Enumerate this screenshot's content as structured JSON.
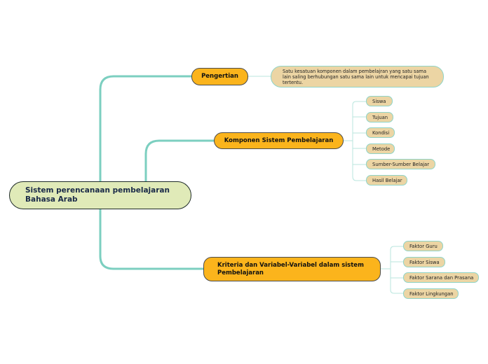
{
  "root": {
    "title": "Sistem perencanaan pembelajaran Bahasa Arab"
  },
  "branches": {
    "pengertian": {
      "label": "Pengertian",
      "description": "Satu kesatuan komponen dalam pembelajran yang satu sama lain saling berhubungan satu sama lain untuk mencapai tujuan tertentu."
    },
    "komponen": {
      "label": "Komponen Sistem Pembelajaran",
      "items": [
        "Siswa",
        "Tujuan",
        "Kondisi",
        "Metode",
        "Sumber-Sumber Belajar",
        "Hasil Belajar"
      ]
    },
    "kriteria": {
      "label": "Kriteria dan Variabel-Variabel dalam sistem Pembelajaran",
      "items": [
        "Faktor Guru",
        "Faktor Siswa",
        "Faktor Sarana dan Prasana",
        "Faktor Lingkungan"
      ]
    }
  },
  "colors": {
    "root_fill": "#e0eab8",
    "main_fill": "#fbb41c",
    "leaf_fill": "#ecd5a4",
    "connector": "#7ccfc0"
  }
}
